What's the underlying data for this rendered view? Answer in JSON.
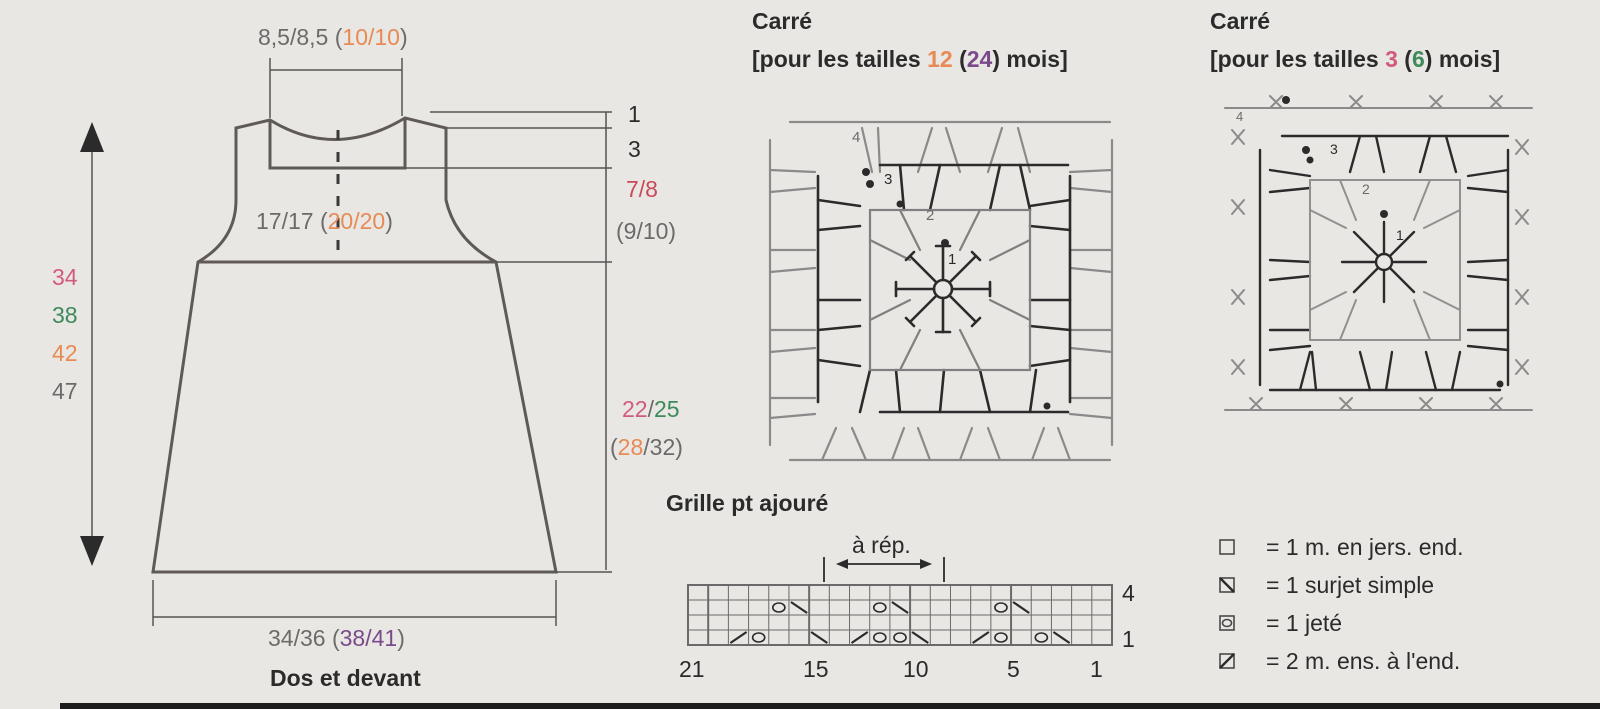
{
  "schematic": {
    "neck_width": {
      "a": "8,5/8,5",
      "open": " (",
      "b": "10/10",
      "close": ")"
    },
    "mid_width": {
      "a": "17/17",
      "open": " (",
      "b": "20/20",
      "close": ")"
    },
    "bottom_width": {
      "a": "34/36",
      "open": " (",
      "b": "38/41",
      "close": ")"
    },
    "caption": "Dos et devant",
    "height_sizes": [
      "34",
      "38",
      "42",
      "47"
    ],
    "neck_depths": [
      "1",
      "3"
    ],
    "armhole": {
      "a": "7/8",
      "b": "(9/10)"
    },
    "body_height": {
      "a1": "22",
      "a2": "25",
      "b_open": "(",
      "b1": "28",
      "b2": "32",
      "b_close": ")"
    }
  },
  "squares": [
    {
      "title": "Carré",
      "prefix": "[pour les tailles ",
      "s1": "12",
      "mid": " (",
      "s2": "24",
      "suffix": ") mois]"
    },
    {
      "title": "Carré",
      "prefix": "[pour les tailles ",
      "s1": "3",
      "mid": " (",
      "s2": "6",
      "suffix": ") mois]"
    }
  ],
  "round_numbers_large": [
    "1",
    "2",
    "3",
    "4"
  ],
  "round_numbers_small": [
    "1",
    "2",
    "3",
    "4"
  ],
  "grid": {
    "title": "Grille pt ajouré",
    "repeat_label": "à rép.",
    "row_labels": [
      "4",
      "1"
    ],
    "col_labels": [
      "21",
      "15",
      "10",
      "5",
      "1"
    ]
  },
  "legend": [
    {
      "icon": "square-stitch-icon",
      "text": "= 1 m. en jers. end."
    },
    {
      "icon": "skp-stitch-icon",
      "text": "= 1 surjet simple"
    },
    {
      "icon": "yarn-over-icon",
      "text": "= 1 jeté"
    },
    {
      "icon": "k2tog-stitch-icon",
      "text": "= 2 m. ens. à l'end."
    }
  ],
  "colors": {
    "paper": "#e9e7e4",
    "ink": "#2b2b2b",
    "grey": "#6e6a6a",
    "orange": "#e88a55",
    "pink": "#d25a7a",
    "purple": "#7a4a8a",
    "green": "#3e8a5a",
    "red": "#c94a5a"
  }
}
